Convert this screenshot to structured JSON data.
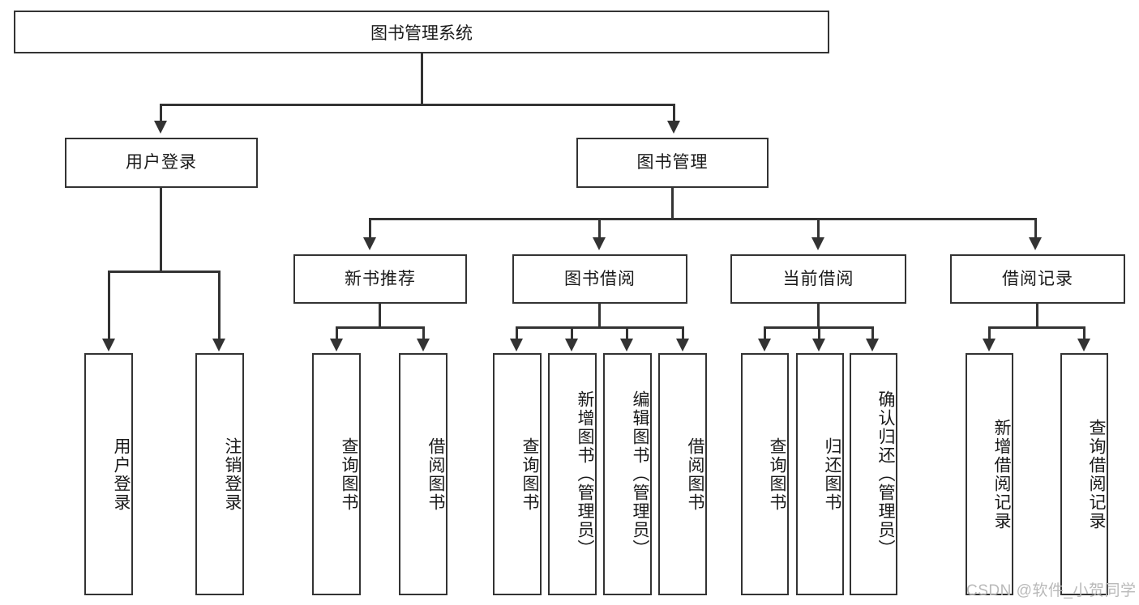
{
  "diagram": {
    "title": "图书管理系统",
    "type": "hierarchy-tree",
    "root": {
      "label": "图书管理系统"
    },
    "level2": [
      {
        "label": "用户登录"
      },
      {
        "label": "图书管理"
      }
    ],
    "level3": [
      {
        "label": "新书推荐"
      },
      {
        "label": "图书借阅"
      },
      {
        "label": "当前借阅"
      },
      {
        "label": "借阅记录"
      }
    ],
    "leaves": {
      "user_login": [
        {
          "label": "用户登录"
        },
        {
          "label": "注销登录"
        }
      ],
      "new_book_recommend": [
        {
          "label": "查询图书"
        },
        {
          "label": "借阅图书"
        }
      ],
      "book_borrow": [
        {
          "label": "查询图书"
        },
        {
          "label": "新增图书（管理员）"
        },
        {
          "label": "编辑图书（管理员）"
        },
        {
          "label": "借阅图书"
        }
      ],
      "current_borrow": [
        {
          "label": "查询图书"
        },
        {
          "label": "归还图书"
        },
        {
          "label": "确认归还（管理员）"
        }
      ],
      "borrow_record": [
        {
          "label": "新增借阅记录"
        },
        {
          "label": "查询借阅记录"
        }
      ]
    }
  },
  "watermark": {
    "text": "CSDN @软件_小贺同学"
  },
  "colors": {
    "line": "#333333",
    "box_border": "#333333",
    "background": "#ffffff",
    "text": "#1a1a1a",
    "watermark": "#b9b9b9"
  }
}
